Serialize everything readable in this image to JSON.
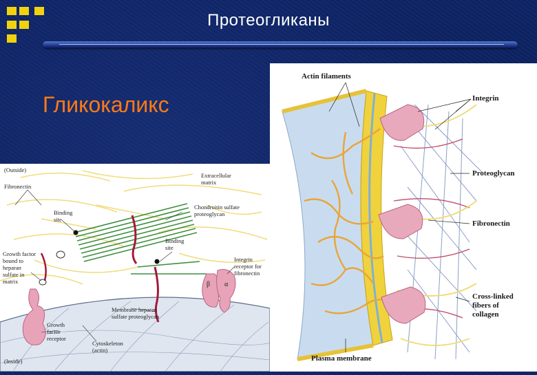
{
  "slide": {
    "title": "Протеогликаны",
    "subtitle": "Гликокаликс"
  },
  "left_figure": {
    "outside": "(Outside)",
    "inside": "(Inside)",
    "fibronectin": "Fibronectin",
    "extracellular_1": "Extracellular",
    "extracellular_2": "matrix",
    "chondroitin_1": "Chondroitin sulfate",
    "chondroitin_2": "proteoglycan",
    "binding1_1": "Binding",
    "binding1_2": "site",
    "binding2_1": "Binding",
    "binding2_2": "site",
    "growth_factor_1": "Growth factor",
    "growth_factor_2": "bound to",
    "growth_factor_3": "heparan",
    "growth_factor_4": "sulfate in",
    "growth_factor_5": "matrix",
    "integrin_1": "Integrin",
    "integrin_2": "receptor for",
    "integrin_3": "fibronectin",
    "beta": "β",
    "alpha": "α",
    "membrane_pg_1": "Membrane heparan",
    "membrane_pg_2": "sulfate proteoglycan",
    "gf_receptor_1": "Growth",
    "gf_receptor_2": "factor",
    "gf_receptor_3": "receptor",
    "cytoskeleton_1": "Cytoskeleton",
    "cytoskeleton_2": "(actin)"
  },
  "right_figure": {
    "actin": "Actin filaments",
    "integrin": "Integrin",
    "proteoglycan": "Proteoglycan",
    "fibronectin": "Fibronectin",
    "crosslinked_1": "Cross-linked",
    "crosslinked_2": "fibers of",
    "crosslinked_3": "collagen",
    "plasma_membrane": "Plasma membrane"
  }
}
